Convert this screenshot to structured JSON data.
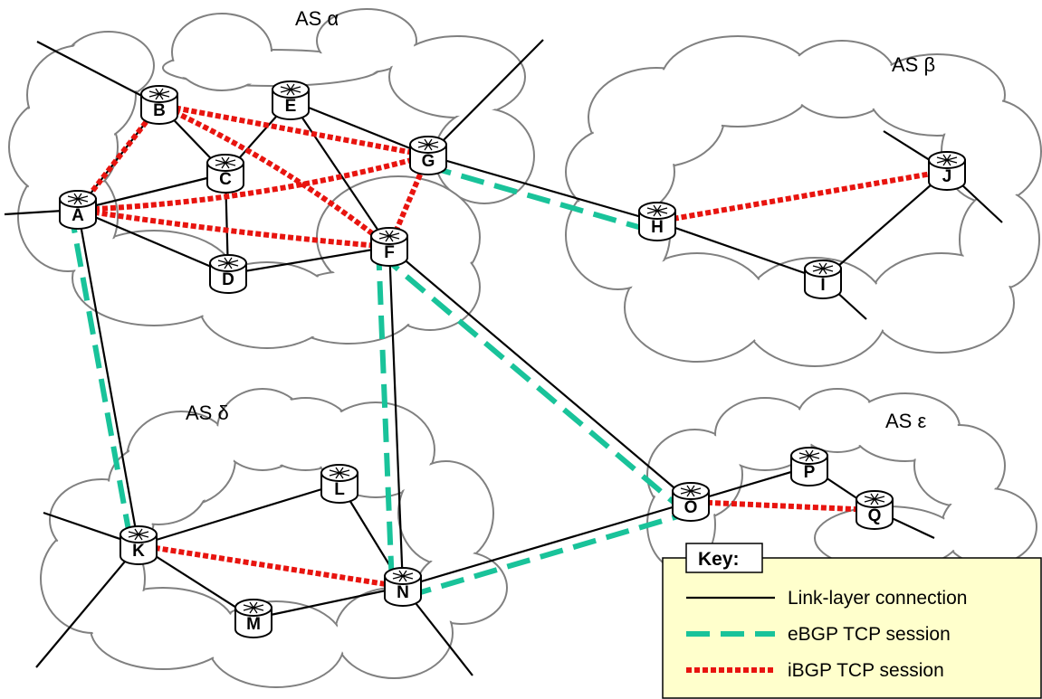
{
  "autonomous_systems": [
    {
      "id": "alpha",
      "label": "AS α"
    },
    {
      "id": "beta",
      "label": "AS β"
    },
    {
      "id": "delta",
      "label": "AS δ"
    },
    {
      "id": "epsilon",
      "label": "AS ε"
    }
  ],
  "routers": [
    "A",
    "B",
    "C",
    "D",
    "E",
    "F",
    "G",
    "H",
    "I",
    "J",
    "K",
    "L",
    "M",
    "N",
    "O",
    "P",
    "Q"
  ],
  "links": {
    "link_layer": [
      [
        "A",
        "B"
      ],
      [
        "A",
        "C"
      ],
      [
        "A",
        "D"
      ],
      [
        "B",
        "C"
      ],
      [
        "C",
        "E"
      ],
      [
        "C",
        "D"
      ],
      [
        "D",
        "F"
      ],
      [
        "E",
        "F"
      ],
      [
        "E",
        "G"
      ],
      [
        "G",
        "H"
      ],
      [
        "H",
        "I"
      ],
      [
        "I",
        "J"
      ],
      [
        "A",
        "K"
      ],
      [
        "F",
        "N"
      ],
      [
        "F",
        "O"
      ],
      [
        "K",
        "L"
      ],
      [
        "K",
        "M"
      ],
      [
        "L",
        "N"
      ],
      [
        "M",
        "N"
      ],
      [
        "N",
        "O"
      ],
      [
        "O",
        "P"
      ],
      [
        "P",
        "Q"
      ]
    ],
    "ebgp": [
      [
        "G",
        "H"
      ],
      [
        "A",
        "K"
      ],
      [
        "F",
        "N"
      ],
      [
        "F",
        "O"
      ],
      [
        "N",
        "O"
      ]
    ],
    "ibgp": [
      [
        "A",
        "B"
      ],
      [
        "A",
        "G"
      ],
      [
        "A",
        "F"
      ],
      [
        "B",
        "G"
      ],
      [
        "B",
        "F"
      ],
      [
        "F",
        "G"
      ],
      [
        "H",
        "J"
      ],
      [
        "K",
        "N"
      ],
      [
        "O",
        "Q"
      ]
    ]
  },
  "key": {
    "title": "Key:",
    "items": [
      {
        "style": "link",
        "label": "Link-layer connection",
        "color": "#000000"
      },
      {
        "style": "ebgp",
        "label": "eBGP TCP session",
        "color": "#19c39a"
      },
      {
        "style": "ibgp",
        "label": "iBGP TCP session",
        "color": "#e8140f"
      }
    ]
  }
}
